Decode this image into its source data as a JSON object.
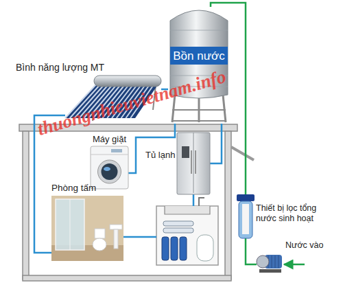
{
  "diagram": {
    "nodes": [
      {
        "text": [
          "Bình năng lượng MT"
        ]
      },
      {
        "text": [
          "Bồn nước"
        ]
      },
      {
        "text": [
          "Máy giặt"
        ]
      },
      {
        "text": [
          "Tủ lạnh"
        ]
      },
      {
        "text": [
          "Phòng tấm"
        ]
      },
      {
        "text": [
          "Thiết bị lọc tổng nước sinh hoạt"
        ]
      },
      {
        "text": [
          "Nước vào"
        ]
      }
    ],
    "edges": [
      {
        "from": 6,
        "to": 5,
        "arrow": "none"
      },
      {
        "from": 5,
        "to": 1,
        "arrow": "none"
      },
      {
        "from": 1,
        "to": 0,
        "arrow": "none"
      },
      {
        "from": 0,
        "to": 4,
        "arrow": "none"
      },
      {
        "from": 1,
        "to": 2,
        "arrow": "none"
      },
      {
        "from": 1,
        "to": 3,
        "arrow": "none"
      }
    ],
    "labels": [
      "thuongnhieuvietnam.info"
    ]
  }
}
